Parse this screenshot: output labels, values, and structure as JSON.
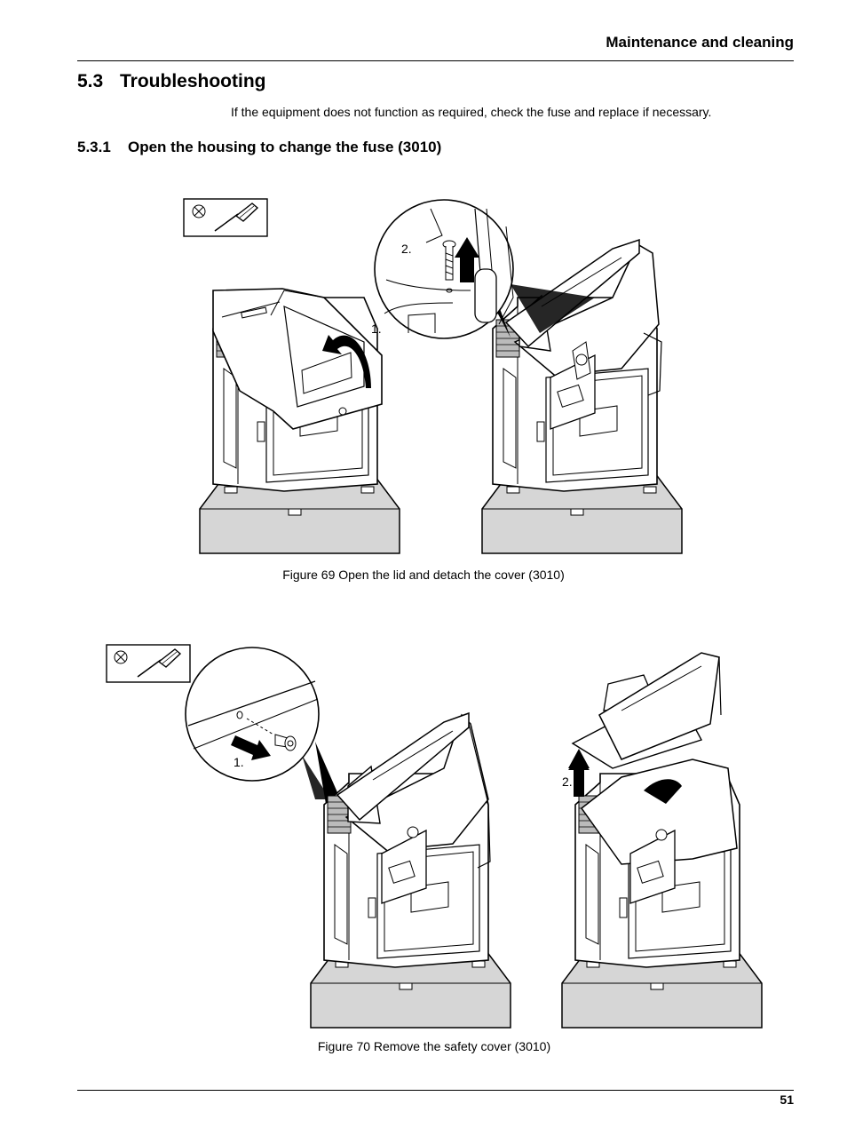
{
  "header": {
    "title": "Maintenance and cleaning"
  },
  "section": {
    "number": "5.3",
    "title": "Troubleshooting",
    "intro": "If the equipment does not function as required, check the fuse and replace if necessary."
  },
  "subsection": {
    "number": "5.3.1",
    "title": "Open the housing to change the fuse (3010)"
  },
  "figures": [
    {
      "caption": "Figure 69 Open the lid and detach the cover (3010)",
      "steps": [
        "1.",
        "2."
      ]
    },
    {
      "caption": "Figure 70 Remove the safety cover (3010)",
      "steps": [
        "1.",
        "2."
      ]
    }
  ],
  "icons": [
    "screwdriver-icon",
    "cross-head-icon",
    "arrow-icon",
    "screw-icon"
  ],
  "colors": {
    "base": "#d6d6d6",
    "outline": "#000000",
    "arrow": "#000000"
  },
  "footer": {
    "page_number": "51"
  }
}
